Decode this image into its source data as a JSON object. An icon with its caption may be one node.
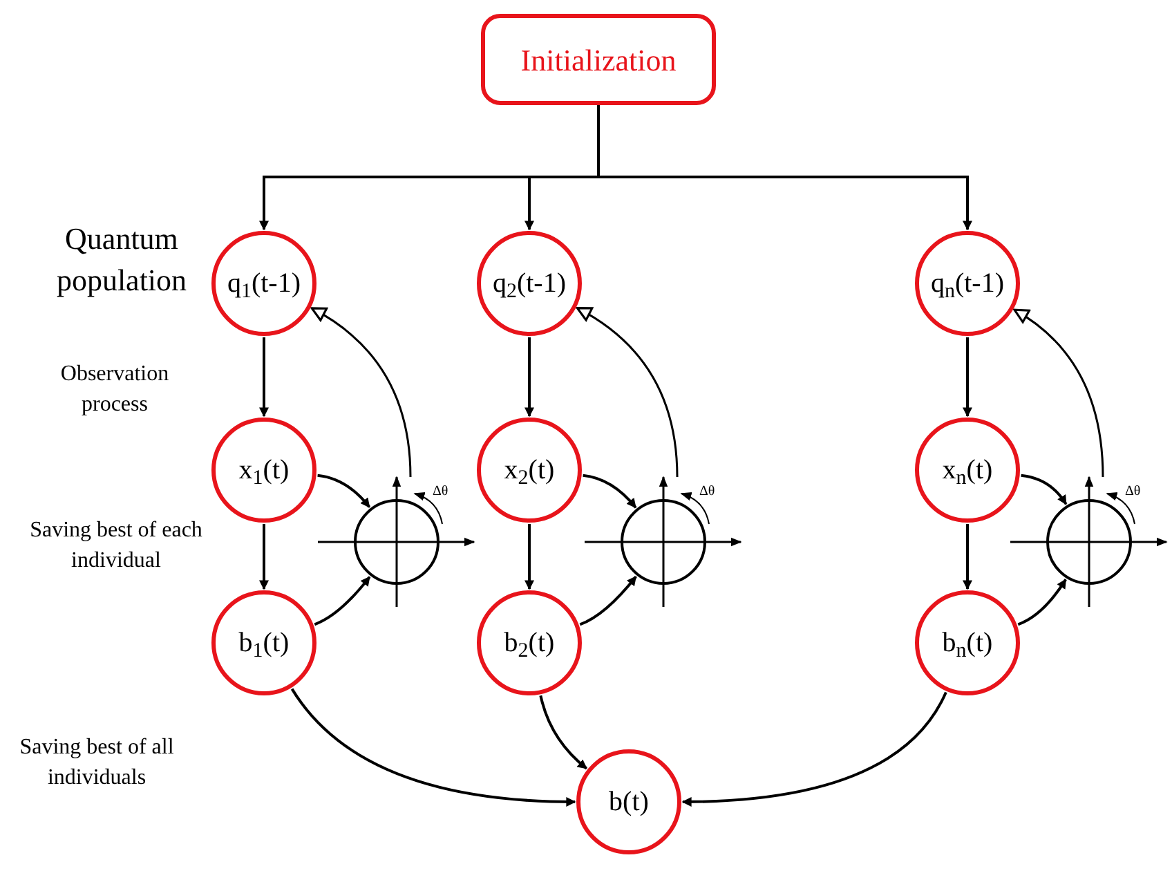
{
  "diagram": {
    "nodes": [
      {
        "text": [
          "Initialization"
        ]
      },
      {
        "text": [
          "q$_{1}$(t-1)"
        ]
      },
      {
        "text": [
          "x$_{1}$(t)"
        ]
      },
      {
        "text": [
          "b$_{1}$(t)"
        ]
      },
      {
        "text": [],
        "shape": "circle",
        "beside": [
          "Δθ"
        ]
      },
      {
        "text": [
          "q$_{2}$(t-1)"
        ]
      },
      {
        "text": [
          "x$_{2}$(t)"
        ]
      },
      {
        "text": [
          "b$_{2}$(t)"
        ]
      },
      {
        "text": [],
        "shape": "circle",
        "beside": [
          "Δθ"
        ]
      },
      {
        "text": [
          "q$_{n}$(t-1)"
        ]
      },
      {
        "text": [
          "x$_{n}$(t)"
        ]
      },
      {
        "text": [
          "b$_{n}$(t)"
        ]
      },
      {
        "text": [],
        "shape": "circle",
        "beside": [
          "Δθ"
        ]
      },
      {
        "text": [
          "b(t)"
        ]
      }
    ],
    "edges": [
      {
        "from": 0,
        "to": 1,
        "arrow": "to"
      },
      {
        "from": 0,
        "to": 5,
        "arrow": "to"
      },
      {
        "from": 0,
        "to": 9,
        "arrow": "to"
      },
      {
        "from": 1,
        "to": 2,
        "arrow": "to"
      },
      {
        "from": 2,
        "to": 3,
        "arrow": "to"
      },
      {
        "from": 2,
        "to": 4,
        "arrow": "to"
      },
      {
        "from": 3,
        "to": 4,
        "arrow": "to"
      },
      {
        "from": 4,
        "to": 1,
        "arrow": "to"
      },
      {
        "from": 5,
        "to": 6,
        "arrow": "to"
      },
      {
        "from": 6,
        "to": 7,
        "arrow": "to"
      },
      {
        "from": 6,
        "to": 8,
        "arrow": "to"
      },
      {
        "from": 7,
        "to": 8,
        "arrow": "to"
      },
      {
        "from": 8,
        "to": 5,
        "arrow": "to"
      },
      {
        "from": 9,
        "to": 10,
        "arrow": "to"
      },
      {
        "from": 10,
        "to": 11,
        "arrow": "to"
      },
      {
        "from": 10,
        "to": 12,
        "arrow": "to"
      },
      {
        "from": 11,
        "to": 12,
        "arrow": "to"
      },
      {
        "from": 12,
        "to": 9,
        "arrow": "to"
      },
      {
        "from": 3,
        "to": 13,
        "arrow": "to"
      },
      {
        "from": 7,
        "to": 13,
        "arrow": "to"
      },
      {
        "from": 11,
        "to": 13,
        "arrow": "to"
      }
    ],
    "labels": [
      "Quantum population",
      "Observation process",
      "Saving best of each individual",
      "Saving best of all individuals"
    ]
  }
}
